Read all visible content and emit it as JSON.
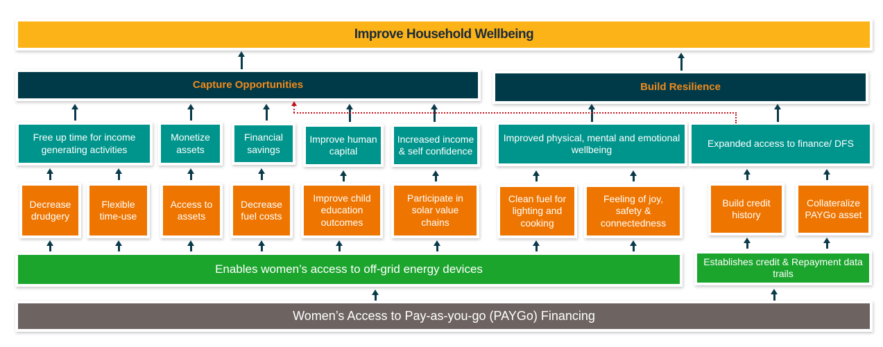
{
  "goal": {
    "label": "Improve Household Wellbeing",
    "color": "#fbb317"
  },
  "pillars": [
    {
      "label": "Capture Opportunities",
      "color": "#003a49",
      "text_color": "#f28b1c"
    },
    {
      "label": "Build Resilience",
      "color": "#003a49",
      "text_color": "#f28b1c"
    }
  ],
  "outcomes": [
    {
      "label": "Free up time for income generating activities"
    },
    {
      "label": "Monetize assets"
    },
    {
      "label": "Financial savings"
    },
    {
      "label": "Improve human capital"
    },
    {
      "label": "Increased income & self confidence"
    },
    {
      "label": "Improved physical, mental and emotional wellbeing"
    },
    {
      "label": "Expanded access to finance/ DFS"
    }
  ],
  "drivers": [
    {
      "label": "Decrease drudgery"
    },
    {
      "label": "Flexible time-use"
    },
    {
      "label": "Access to assets"
    },
    {
      "label": "Decrease fuel costs"
    },
    {
      "label": "Improve child education outcomes"
    },
    {
      "label": "Participate in solar value chains"
    },
    {
      "label": "Clean fuel for lighting and cooking"
    },
    {
      "label": "Feeling of joy, safety & connectedness"
    },
    {
      "label": "Build credit history"
    },
    {
      "label": "Collateralize PAYGo asset"
    }
  ],
  "enablers": [
    {
      "label": "Enables women’s access to off-grid energy devices"
    },
    {
      "label": "Establishes credit & Repayment data trails"
    }
  ],
  "foundation": {
    "label": "Women’s Access to Pay-as-you-go (PAYGo) Financing",
    "color": "#6d6462"
  },
  "colors": {
    "outcome": "#00958c",
    "driver": "#ee7500",
    "enabler": "#1ba52d",
    "arrow": "#0a3a4a",
    "feedback_link": "#c0141e"
  }
}
